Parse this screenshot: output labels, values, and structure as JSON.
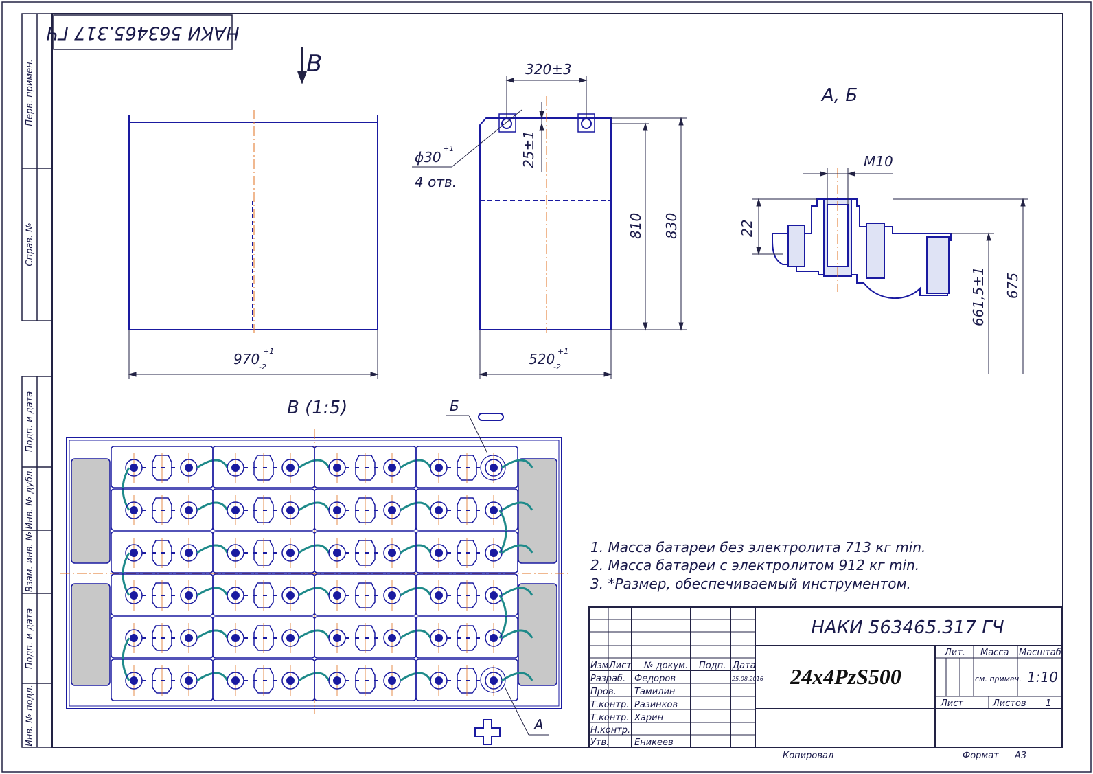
{
  "doc_code": "НАКИ 563465.317 ГЧ",
  "doc_code_rotated": "НАКИ 563465.317 ГЧ",
  "product_name": "24x4PzS500",
  "view_arrow_label": "В",
  "top_view_title": "В (1:5)",
  "section_title": "А, Б",
  "dimensions": {
    "width": "970",
    "width_tol_upper": "+1",
    "width_tol_lower": "-2",
    "depth": "520",
    "depth_tol_upper": "+1",
    "depth_tol_lower": "-2",
    "hole_spacing": "320±3",
    "hole_offset": "25±1",
    "hole_diameter": "ϕ30",
    "hole_diameter_tol": "+1",
    "hole_count": "4 отв.",
    "height_body": "810",
    "height_total": "830",
    "thread": "M10",
    "terminal_height": "22",
    "terminal_level": "661,5±1",
    "terminal_top": "675"
  },
  "terminal_labels": {
    "negative_ref": "Б",
    "positive_ref": "А"
  },
  "notes": [
    "1. Масса батареи без электролита 713 кг min.",
    "2. Масса батареи с электролитом 912 кг min.",
    "3. *Размер, обеспечиваемый инструментом."
  ],
  "side_stamps": [
    "Перв. примен.",
    "Справ. №",
    "Подп. и дата",
    "Инв. № дубл.",
    "Взам. инв. №",
    "Подп. и дата",
    "Инв. № подл."
  ],
  "title_block": {
    "header_cols": [
      "Изм.",
      "Лист",
      "№ докум.",
      "Подп.",
      "Дата"
    ],
    "rows": [
      {
        "role": "Разраб.",
        "name": "Федоров",
        "date": "25.08.2016"
      },
      {
        "role": "Пров.",
        "name": "Тамилин",
        "date": ""
      },
      {
        "role": "Т.контр.",
        "name": "Разинков",
        "date": ""
      },
      {
        "role": "Т.контр.",
        "name": "Харин",
        "date": ""
      },
      {
        "role": "Н.контр.",
        "name": "",
        "date": ""
      },
      {
        "role": "Утв.",
        "name": "Еникеев",
        "date": ""
      }
    ],
    "lit_label": "Лит.",
    "mass_label": "Масса",
    "scale_label": "Масштаб",
    "mass_value": "см. примеч.",
    "scale_value": "1:10",
    "sheet_label": "Лист",
    "sheets_label": "Листов",
    "sheets_value": "1"
  },
  "footer": {
    "copied": "Копировал",
    "format_label": "Формат",
    "format_value": "А3"
  },
  "colors": {
    "outline": "#1a1aa0",
    "frame": "#222244",
    "connector": "#1e8a8a",
    "axis": "#e07020",
    "shaded": "#c8c8c8"
  }
}
